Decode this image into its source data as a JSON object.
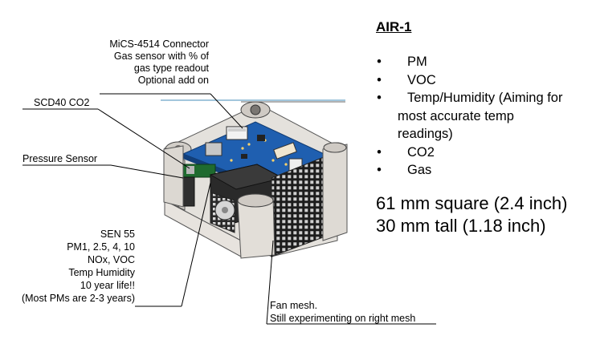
{
  "callouts": {
    "mics": [
      "MiCS-4514 Connector",
      "Gas sensor with % of",
      "gas type readout",
      "Optional add on"
    ],
    "scd40": "SCD40 CO2",
    "pressure": "Pressure Sensor",
    "sen55": [
      "SEN 55",
      "PM1, 2.5, 4, 10",
      "NOx, VOC",
      "Temp Humidity",
      "10 year life!!",
      "(Most PMs are 2-3 years)"
    ],
    "fan": [
      "Fan mesh.",
      "Still experimenting on right mesh"
    ]
  },
  "spec": {
    "title": "AIR-1",
    "features": [
      {
        "text": "PM"
      },
      {
        "text": "VOC"
      },
      {
        "text": "Temp/Humidity (Aiming for",
        "cont": [
          "most accurate temp",
          "readings)"
        ]
      },
      {
        "text": "CO2"
      },
      {
        "text": "Gas"
      }
    ],
    "size_line1": "61 mm square (2.4 inch)",
    "size_line2": "30 mm tall (1.18 inch)"
  },
  "bullet_char": "•"
}
